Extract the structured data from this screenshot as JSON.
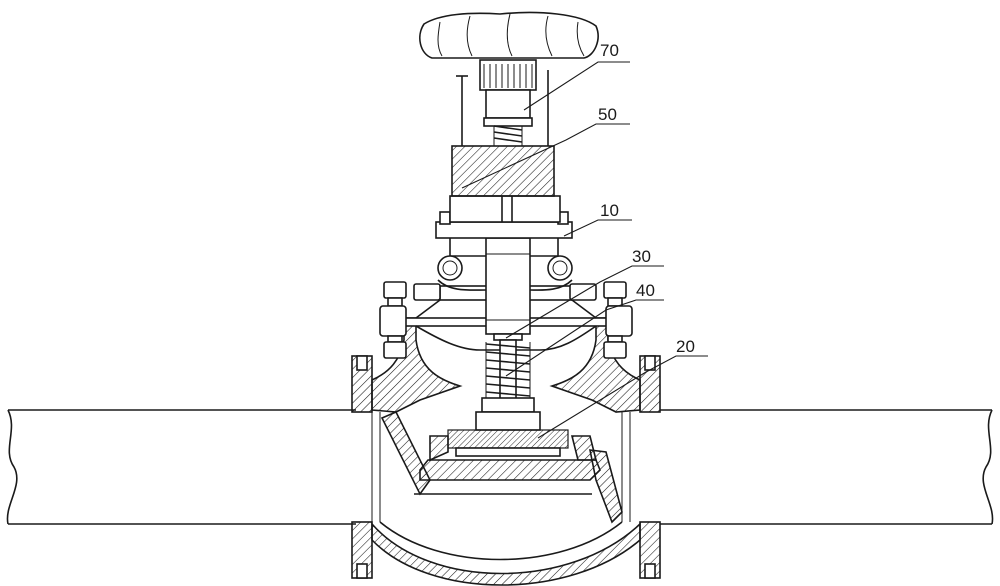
{
  "labels": {
    "ref_70": "70",
    "ref_50": "50",
    "ref_10": "10",
    "ref_30": "30",
    "ref_40": "40",
    "ref_20": "20"
  }
}
